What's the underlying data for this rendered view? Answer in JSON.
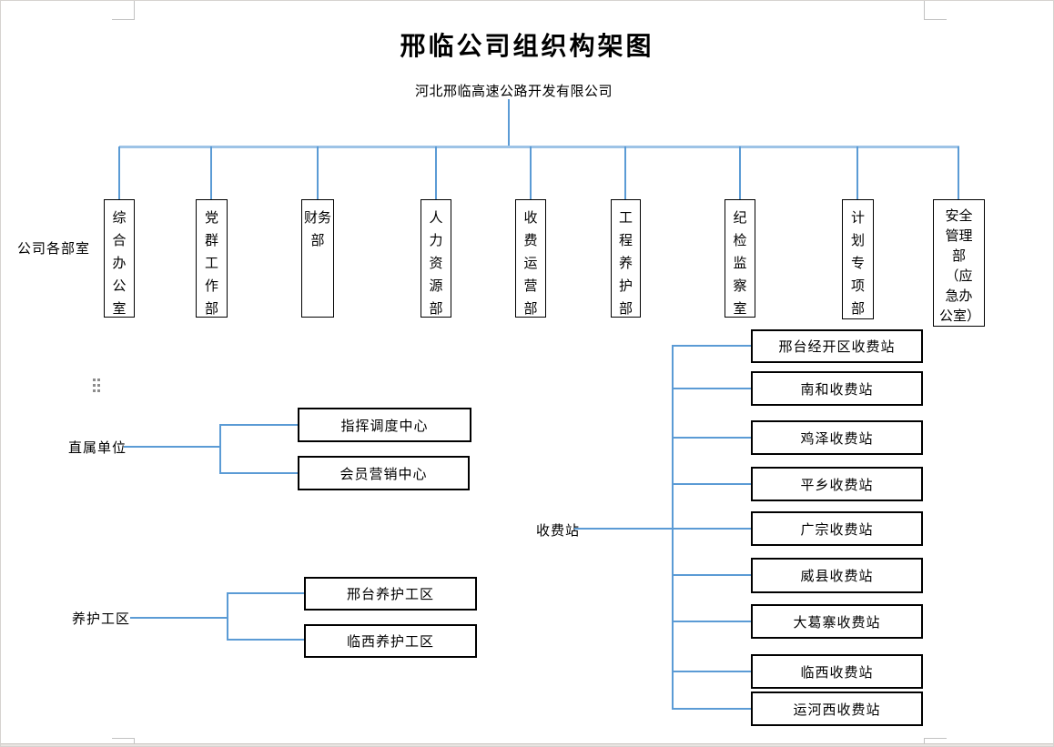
{
  "page": {
    "title": "邢临公司组织构架图",
    "root_company": "河北邢临高速公路开发有限公司"
  },
  "colors": {
    "connector_blue": "#5B9BD5",
    "connector_light_blue": "#9DC3E6",
    "box_border": "#000000",
    "margin_mark_gray": "#c2c2c2"
  },
  "groups": {
    "departments": {
      "label": "公司各部室",
      "items": [
        "综合办公室",
        "党群工作部",
        "财务部",
        "人力资源部",
        "收费运营部",
        "工程养护部",
        "纪检监察室",
        "计划专项部",
        "安全管理部（应急办公室）"
      ]
    },
    "direct_units": {
      "label": "直属单位",
      "items": [
        "指挥调度中心",
        "会员营销中心"
      ]
    },
    "maintenance_areas": {
      "label": "养护工区",
      "items": [
        "邢台养护工区",
        "临西养护工区"
      ]
    },
    "toll_stations": {
      "label": "收费站",
      "items": [
        "邢台经开区收费站",
        "南和收费站",
        "鸡泽收费站",
        "平乡收费站",
        "广宗收费站",
        "威县收费站",
        "大葛寨收费站",
        "临西收费站",
        "运河西收费站"
      ]
    }
  }
}
